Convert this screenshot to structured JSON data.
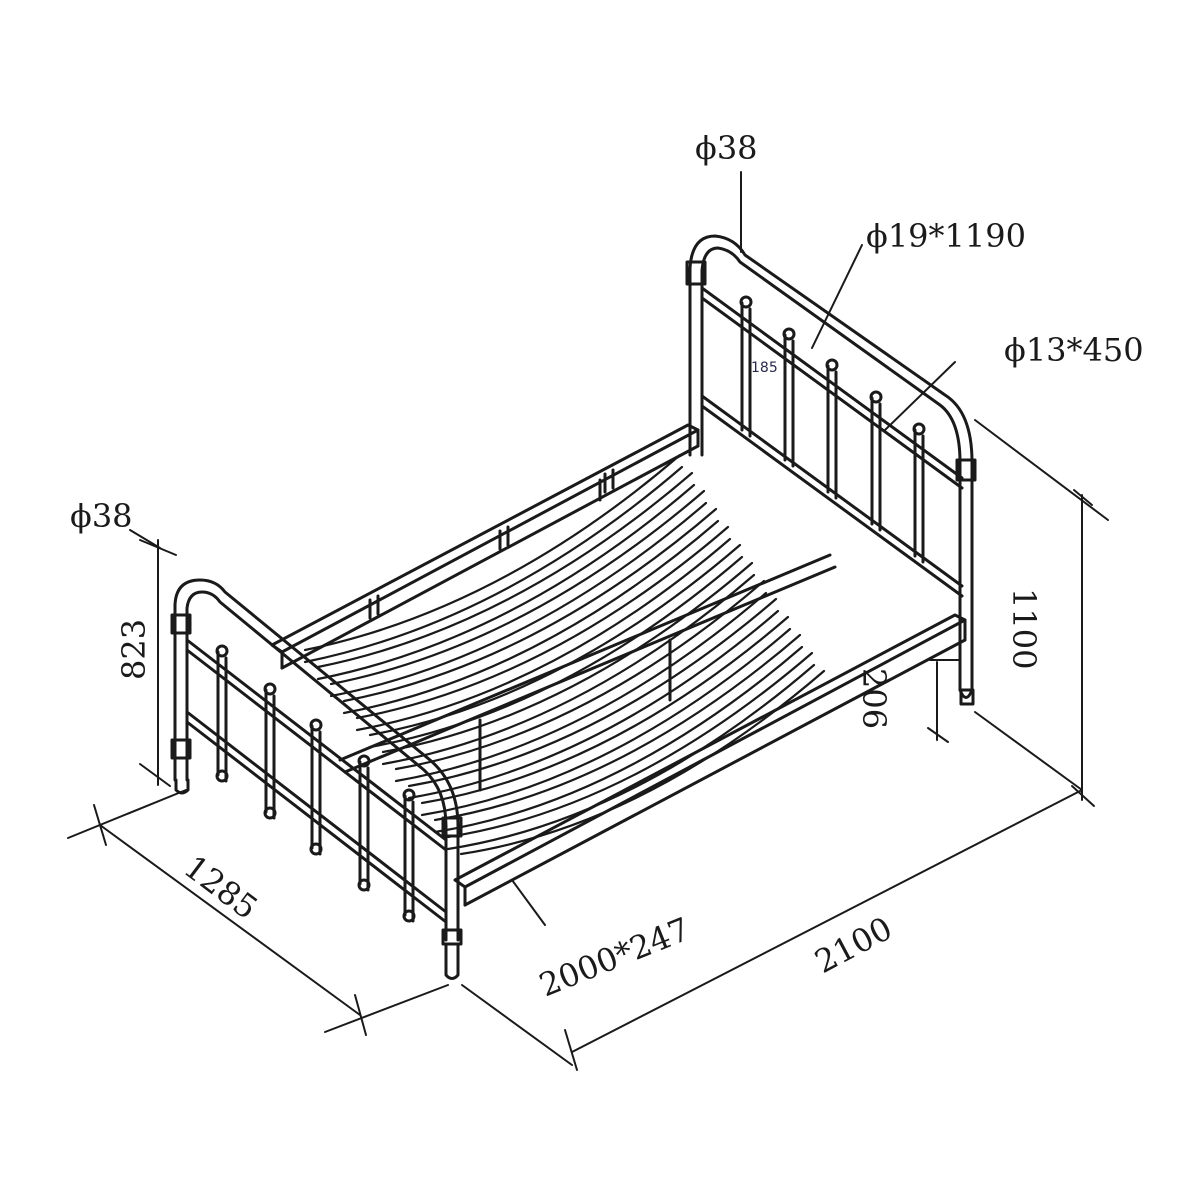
{
  "labels": {
    "head_post_dia": "ϕ38",
    "head_rail_spec": "ϕ19*1190",
    "head_spindle_spec": "ϕ13*450",
    "spindle_gap": "185",
    "head_height": "1100",
    "leg_height": "206",
    "foot_post_dia": "ϕ38",
    "foot_height": "823",
    "width": "1285",
    "length": "2100",
    "side_rail_spec": "2000*247"
  },
  "colors": {
    "line": "#1a1a1a",
    "background": "#ffffff"
  }
}
